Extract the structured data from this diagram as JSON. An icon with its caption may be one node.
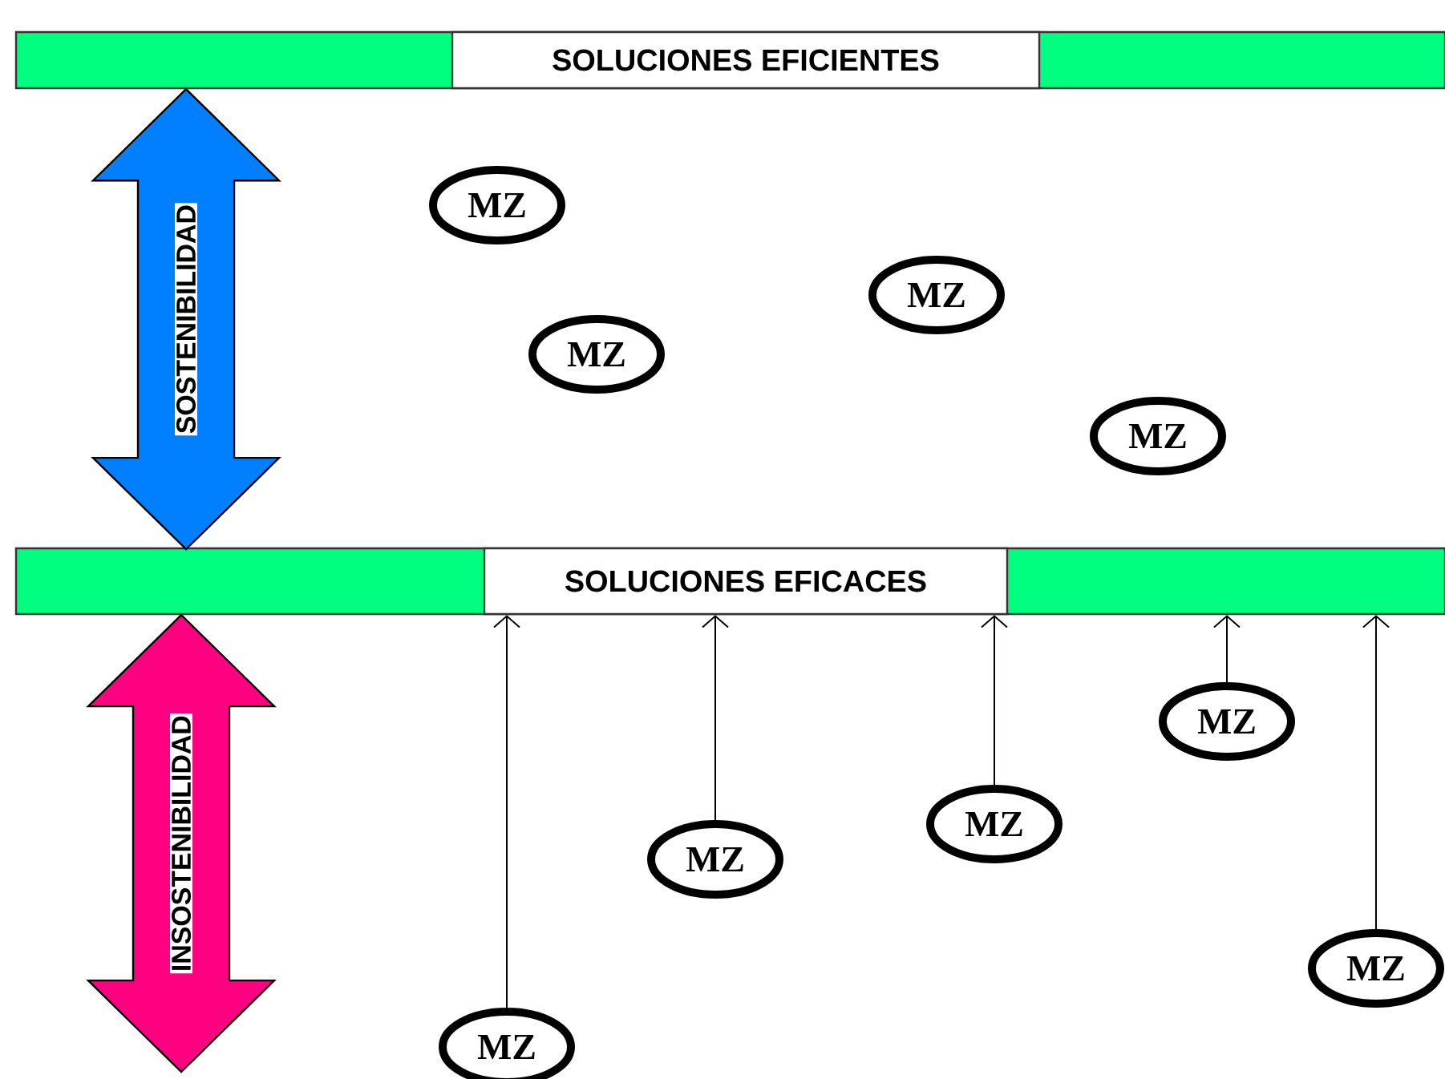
{
  "diagram": {
    "nodes": [
      {
        "text": [
          "SOLUCIONES EFICIENTES"
        ]
      },
      {
        "text": [
          "SOLUCIONES EFICACES"
        ]
      },
      {
        "text": [
          "MZ"
        ]
      },
      {
        "text": [
          "MZ"
        ]
      },
      {
        "text": [
          "MZ"
        ]
      },
      {
        "text": [
          "MZ"
        ]
      },
      {
        "text": [
          "MZ"
        ]
      },
      {
        "text": [
          "MZ"
        ]
      },
      {
        "text": [
          "MZ"
        ]
      },
      {
        "text": [
          "MZ"
        ]
      },
      {
        "text": [
          "MZ"
        ]
      }
    ],
    "edges": [
      {
        "from": 6,
        "to": 1,
        "arrow": "to"
      },
      {
        "from": 7,
        "to": 1,
        "arrow": "to"
      },
      {
        "from": 8,
        "to": 1,
        "arrow": "to"
      },
      {
        "from": 9,
        "to": 1,
        "arrow": "to"
      },
      {
        "from": 10,
        "to": 1,
        "arrow": "to"
      },
      {
        "from": 0,
        "to": 1,
        "arrow": "both",
        "label": "SOSTENIBILIDAD",
        "style": "thick",
        "color": "#0080ff"
      },
      {
        "from": 1,
        "to": null,
        "arrow": "both",
        "label": "INSOSTENIBILIDAD",
        "style": "thick",
        "color": "#ff0080"
      }
    ]
  }
}
